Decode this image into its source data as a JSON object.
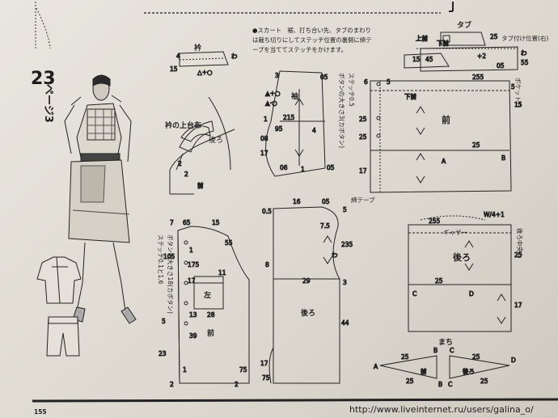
{
  "header": {
    "issue_number": "23",
    "page_ref": "ページ3"
  },
  "note": {
    "lines": [
      "●スカート　裾、打ち合い先、タブのまわり",
      "は裁ち切りにしてステッチ位置の裏側に綿テ",
      "ープを当ててステッチをかけます。"
    ]
  },
  "labels": {
    "collar": "衿",
    "collar_facing": "衿の上台布",
    "back": "後ろ",
    "front": "前",
    "sleeve": "袖",
    "tab": "タブ",
    "tab_position": "タブ付け位置(右)",
    "pocket": "左",
    "skirt_front": "前",
    "skirt_back": "後ろ",
    "gather": "ギャザー",
    "back_center": "後ろ中央わ",
    "button_stitch_skirt": "ボタンの大きさ3(カボタン)",
    "button_stitch_bodice": "ボタンの大きさ18(カボタン)",
    "stitch_note_bodice": "ステッチ0.1と1.6",
    "stitch_note_skirt": "ステッチ0.5",
    "cotton_tape": "綿テープ",
    "fold": "わ",
    "pocket_mark": "ポケット口",
    "mado": "まち"
  },
  "footer": {
    "page_number": "155",
    "url": "http://www.liveinternet.ru/users/galina_o/"
  }
}
